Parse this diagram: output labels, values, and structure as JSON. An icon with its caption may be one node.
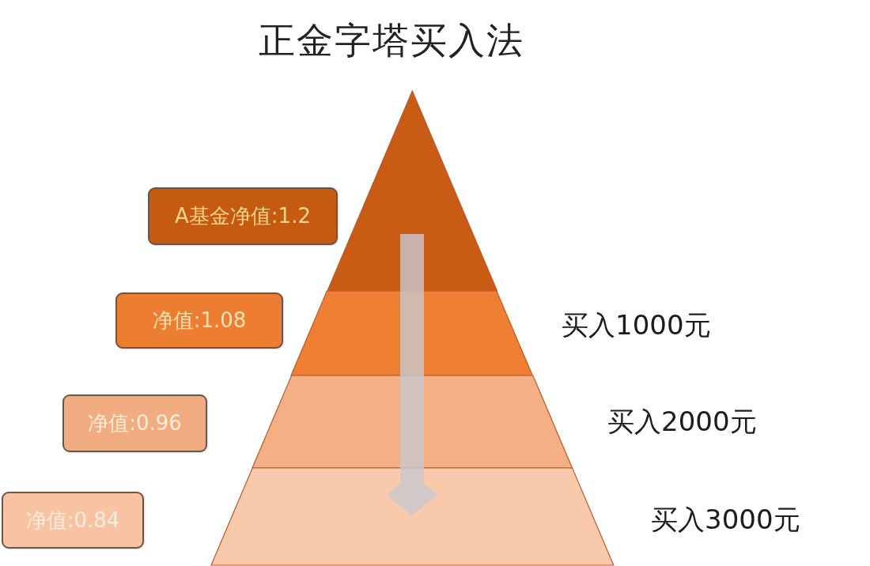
{
  "diagram": {
    "title": "正金字塔买入法",
    "nodes": [
      {
        "text": [
          "A基金净值:1.2"
        ]
      },
      {
        "text": [],
        "shape": "triangle"
      },
      {
        "text": [
          "净值:1.08"
        ]
      },
      {
        "text": [],
        "shape": "trapezoid",
        "beside": [
          "买入1000元"
        ]
      },
      {
        "text": [
          "净值:0.96"
        ]
      },
      {
        "text": [],
        "shape": "trapezoid",
        "beside": [
          "买入2000元"
        ]
      },
      {
        "text": [
          "净值:0.84"
        ]
      },
      {
        "text": [],
        "shape": "trapezoid",
        "beside": [
          "买入3000元"
        ]
      }
    ]
  }
}
